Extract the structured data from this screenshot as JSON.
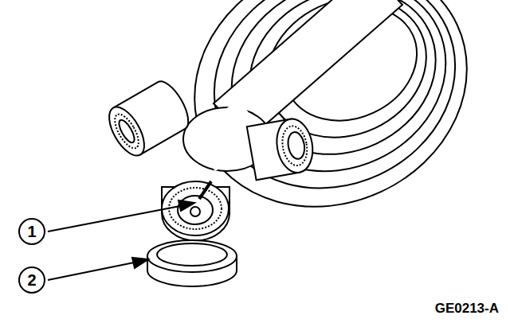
{
  "diagram": {
    "labels": [
      "1",
      "2",
      "GE0213-A"
    ]
  }
}
